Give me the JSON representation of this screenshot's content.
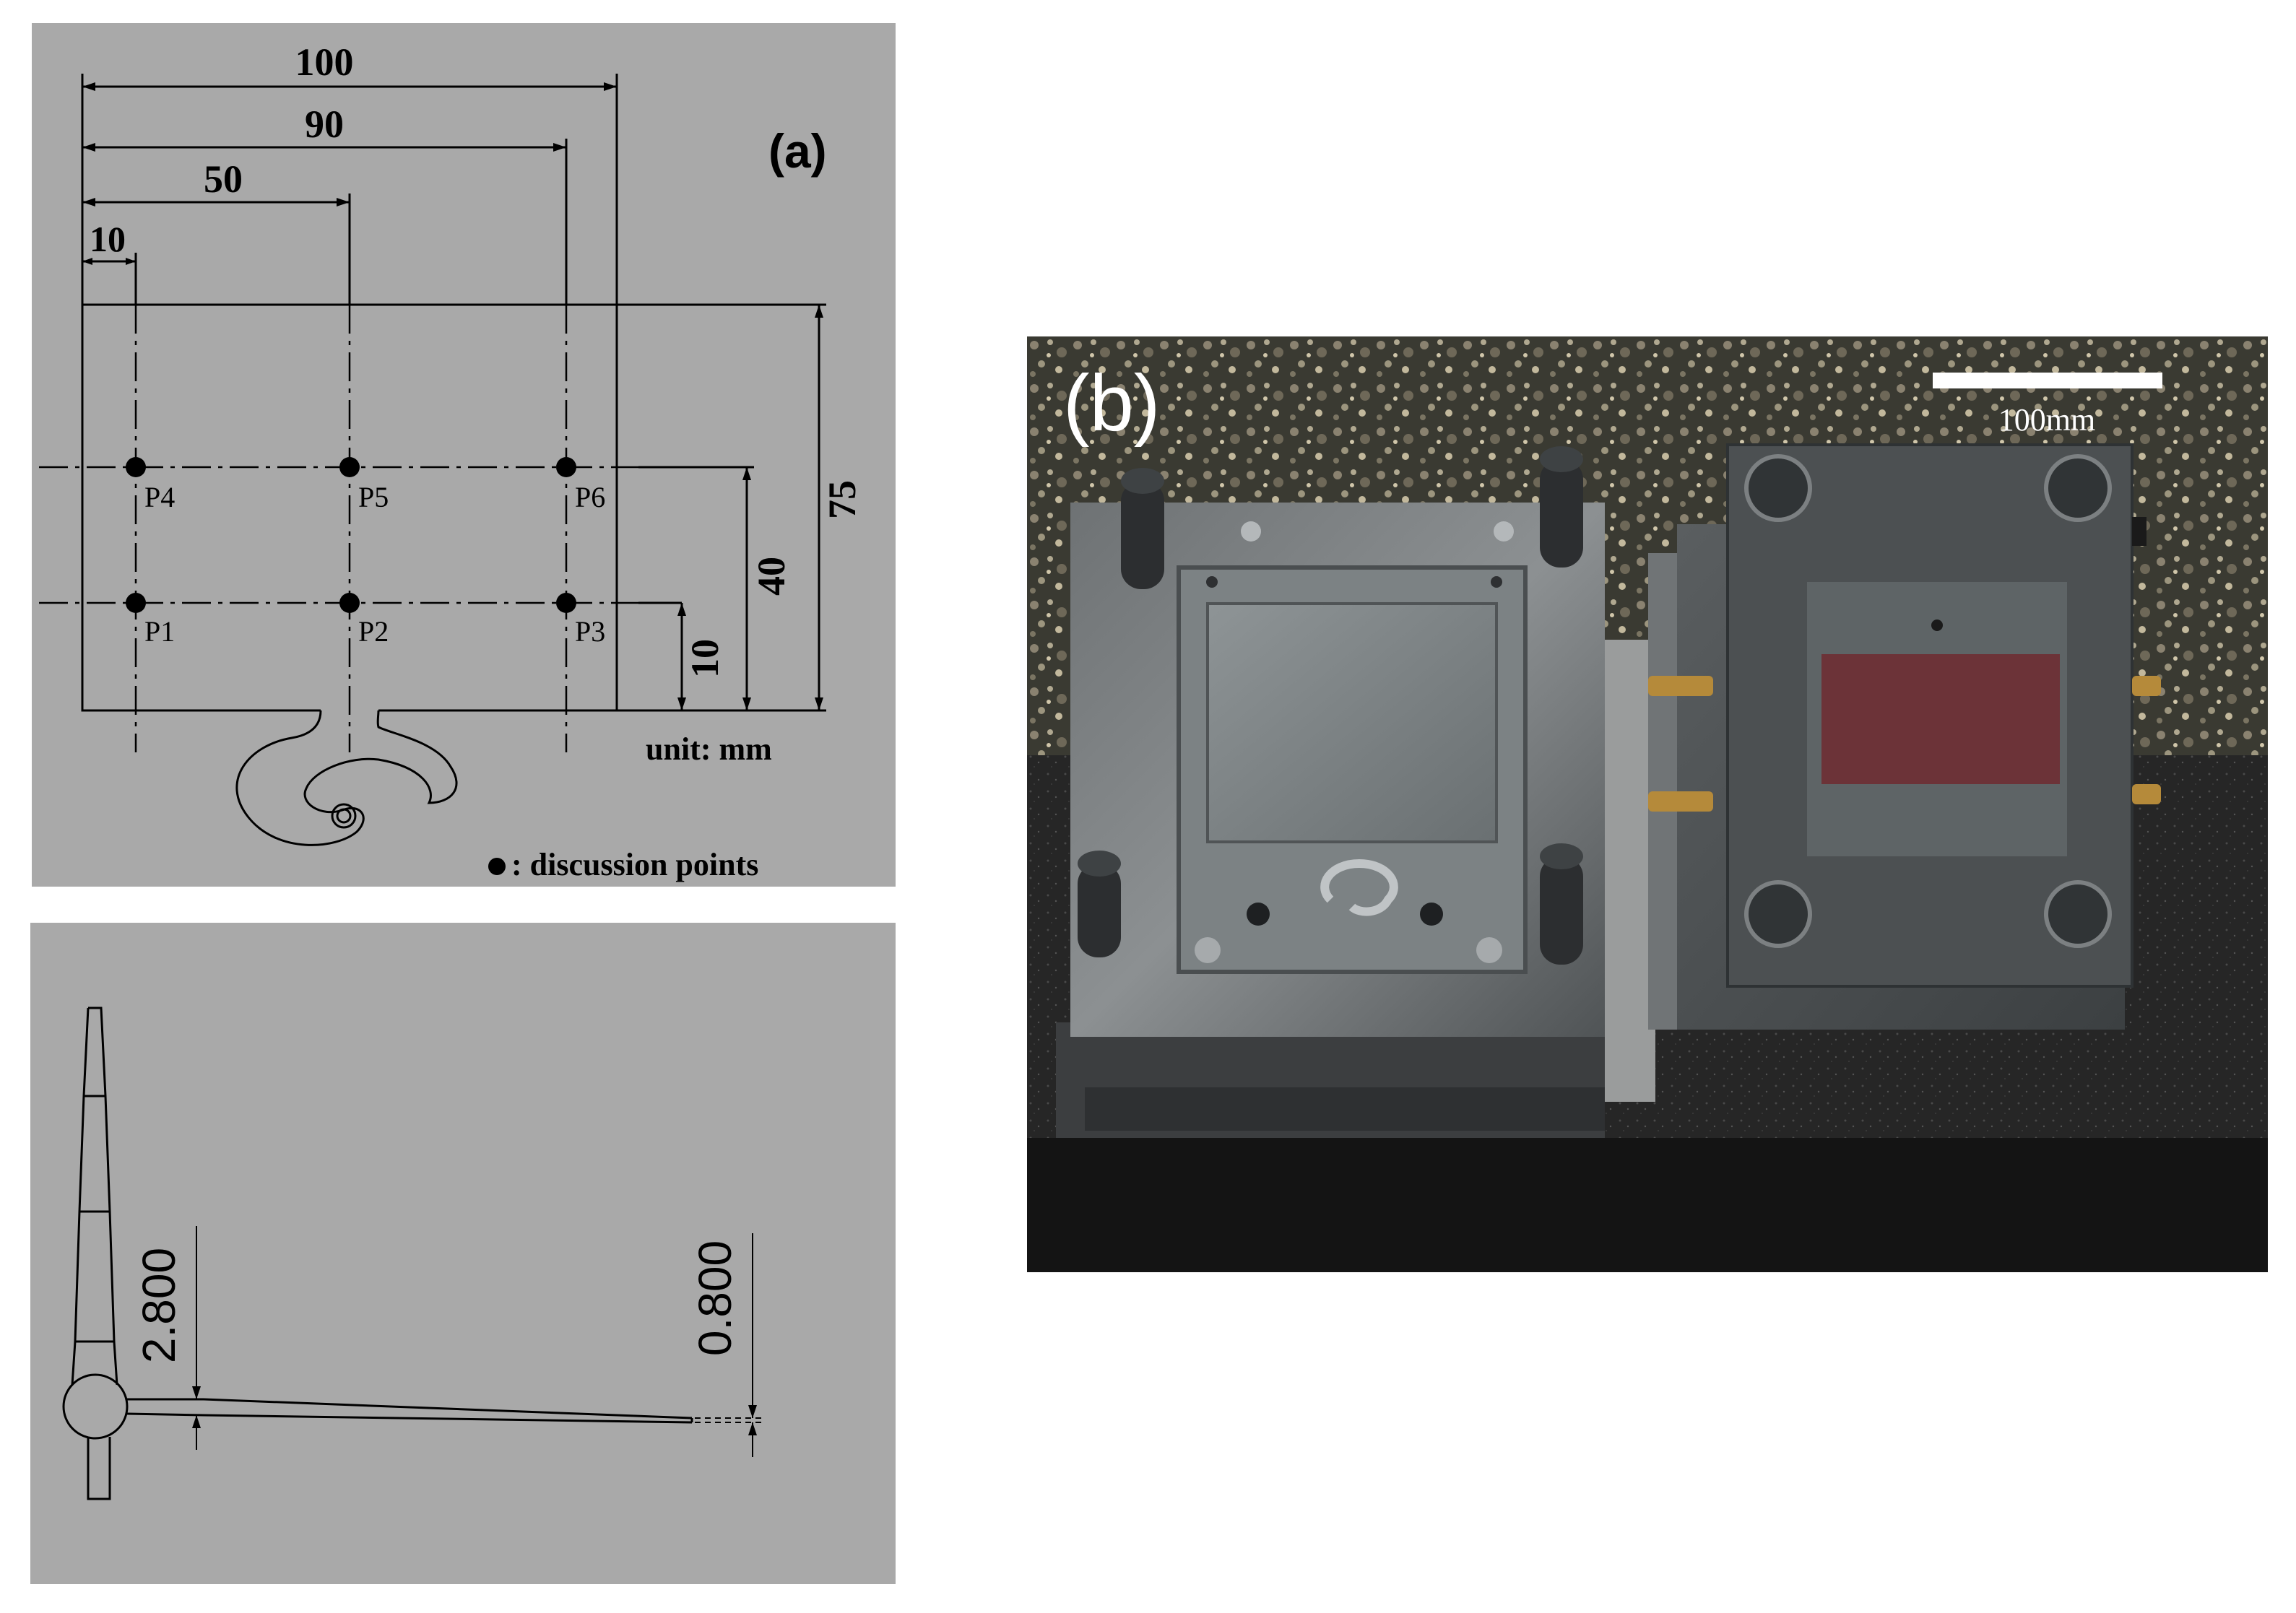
{
  "panel_a": {
    "label": "(a)",
    "dimensions_horizontal": [
      "100",
      "90",
      "50",
      "10"
    ],
    "dimensions_vertical": [
      "75",
      "40",
      "10"
    ],
    "points": [
      "P1",
      "P2",
      "P3",
      "P4",
      "P5",
      "P6"
    ],
    "unit_label": "unit: mm",
    "legend_label": ": discussion points"
  },
  "panel_a_section": {
    "dim_left": "2.800",
    "dim_right": "0.800"
  },
  "panel_b": {
    "label": "(b)",
    "scale_label": "100mm"
  },
  "colors": {
    "drawing_bg": "#a9a9a9",
    "line": "#000000",
    "photo_bg": "#2a2a2a"
  }
}
